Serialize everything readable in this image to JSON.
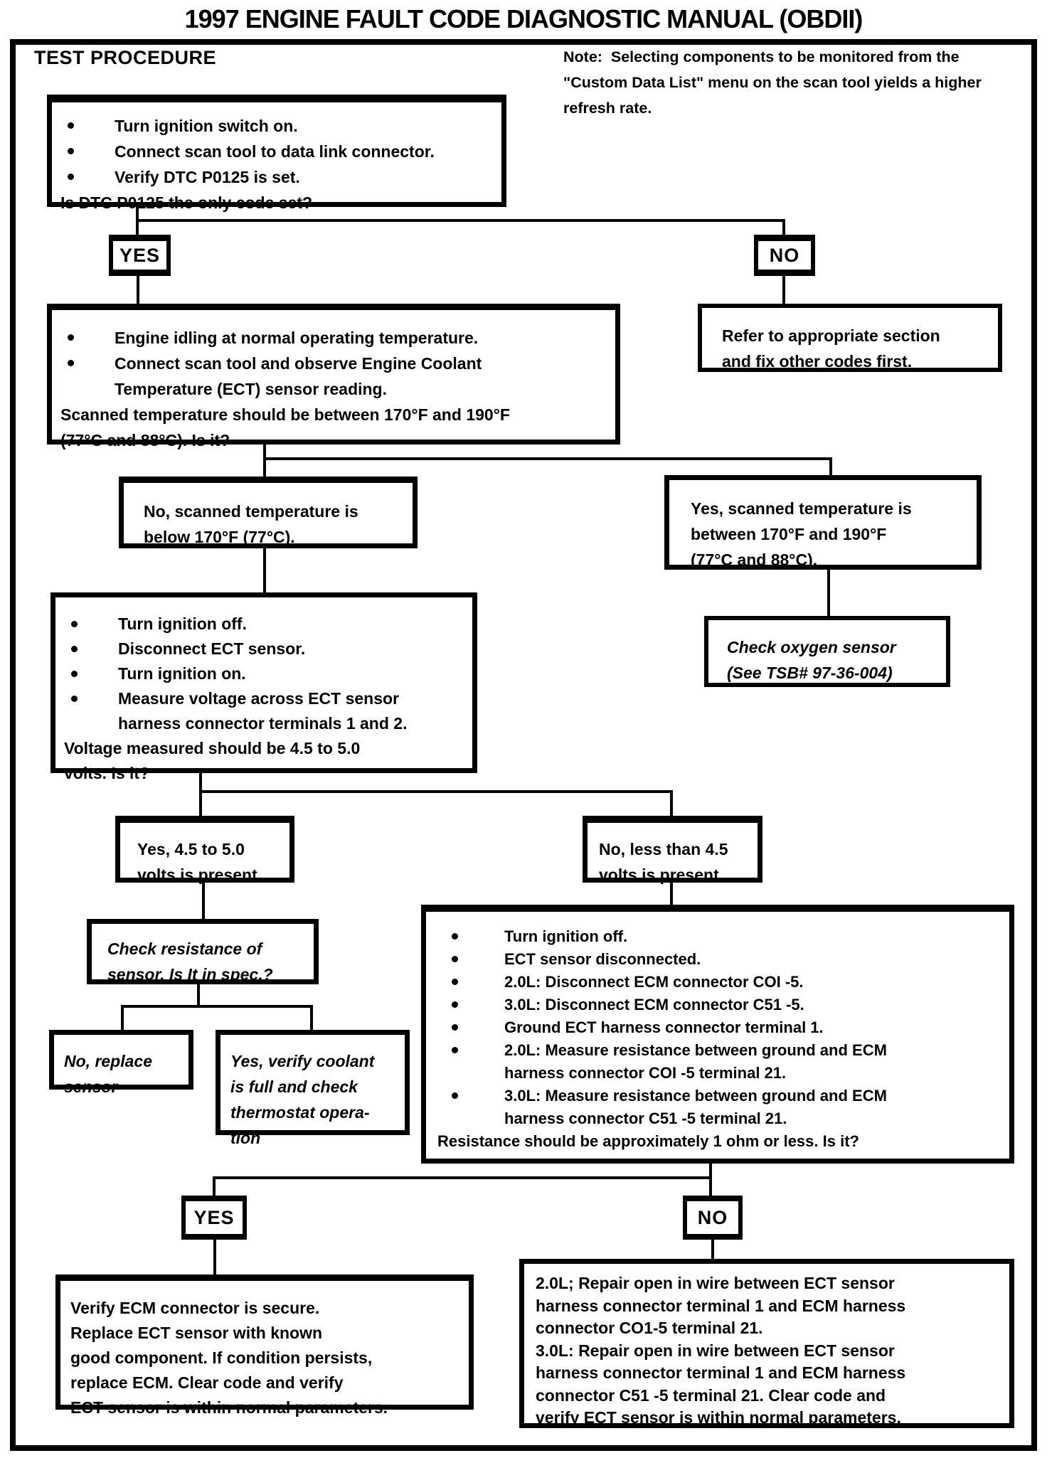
{
  "title": "1997 ENGINE FAULT CODE DIAGNOSTIC MANUAL (OBDII)",
  "header": {
    "heading": "TEST PROCEDURE",
    "note_lines": [
      "Note:  Selecting components to be monitored from the",
      "\"Custom Data List\" menu on the scan tool yields a higher",
      "refresh rate."
    ]
  },
  "labels": {
    "yes": "YES",
    "no": "NO"
  },
  "colors": {
    "ink": "#000000",
    "paper": "#ffffff"
  },
  "boxes": {
    "start": {
      "lines": [
        "Turn ignition switch on.",
        "Connect scan tool to data link connector.",
        "Verify DTC P0125 is set.",
        "Is DTC P0125 the only code set?"
      ]
    },
    "engine_idle": {
      "lines": [
        "Engine idling at normal operating temperature.",
        "Connect scan tool and observe Engine Coolant",
        "Temperature (ECT) sensor reading.",
        "Scanned temperature should be between 170°F and 190°F",
        "(77°C and 88°C). Is it?"
      ]
    },
    "refer": {
      "lines": [
        "Refer to appropriate section",
        "and fix other codes first."
      ]
    },
    "temp_low": {
      "lines": [
        "No, scanned temperature is",
        "below 170°F (77°C)."
      ]
    },
    "temp_ok": {
      "lines": [
        "Yes, scanned temperature is",
        "between 170°F and 190°F",
        "(77°C and 88°C)."
      ]
    },
    "oxygen": {
      "lines": [
        "Check oxygen sensor",
        "(See TSB# 97-36-004)"
      ]
    },
    "voltage_test": {
      "lines": [
        "Turn ignition off.",
        "Disconnect ECT sensor.",
        "Turn ignition on.",
        "Measure voltage across ECT sensor",
        "harness connector terminals 1 and 2.",
        "Voltage measured should be 4.5 to 5.0",
        "volts. Is it?"
      ]
    },
    "volts_yes": {
      "lines": [
        "Yes, 4.5 to 5.0",
        "volts is present"
      ]
    },
    "volts_no": {
      "lines": [
        "No, less than 4.5",
        "volts is present"
      ]
    },
    "res_spec": {
      "lines": [
        "Check resistance of",
        "sensor. Is It in spec.?"
      ]
    },
    "replace_sensor": {
      "lines": [
        "No, replace",
        "sensor"
      ]
    },
    "verify_coolant": {
      "lines": [
        "Yes, verify coolant",
        "is full and check",
        "thermostat opera-",
        "tion"
      ]
    },
    "res_test": {
      "lines": [
        "Turn ignition off.",
        "ECT sensor disconnected.",
        "2.0L: Disconnect ECM connector COI -5.",
        "3.0L: Disconnect ECM connector C51 -5.",
        "Ground ECT harness connector terminal 1.",
        "2.0L: Measure resistance between ground and ECM",
        "harness connector COI -5 terminal 21.",
        "3.0L: Measure resistance between ground and ECM",
        "harness connector C51 -5 terminal 21.",
        "Resistance should be approximately 1 ohm or less. Is it?"
      ]
    },
    "verify_ecm": {
      "lines": [
        "Verify ECM connector is secure.",
        "Replace ECT sensor with known",
        "good component. If condition persists,",
        "replace ECM. Clear code and verify",
        "ECT sensor is within normal parameters."
      ]
    },
    "repair_wire": {
      "lines": [
        "2.0L; Repair open in wire between ECT sensor",
        "harness connector terminal 1 and ECM harness",
        "connector CO1-5 terminal 21.",
        "3.0L: Repair open in wire between ECT sensor",
        "harness connector terminal 1 and ECM harness",
        "connector C51 -5 terminal 21. Clear code and",
        "verify ECT sensor is within normal parameters."
      ]
    }
  }
}
